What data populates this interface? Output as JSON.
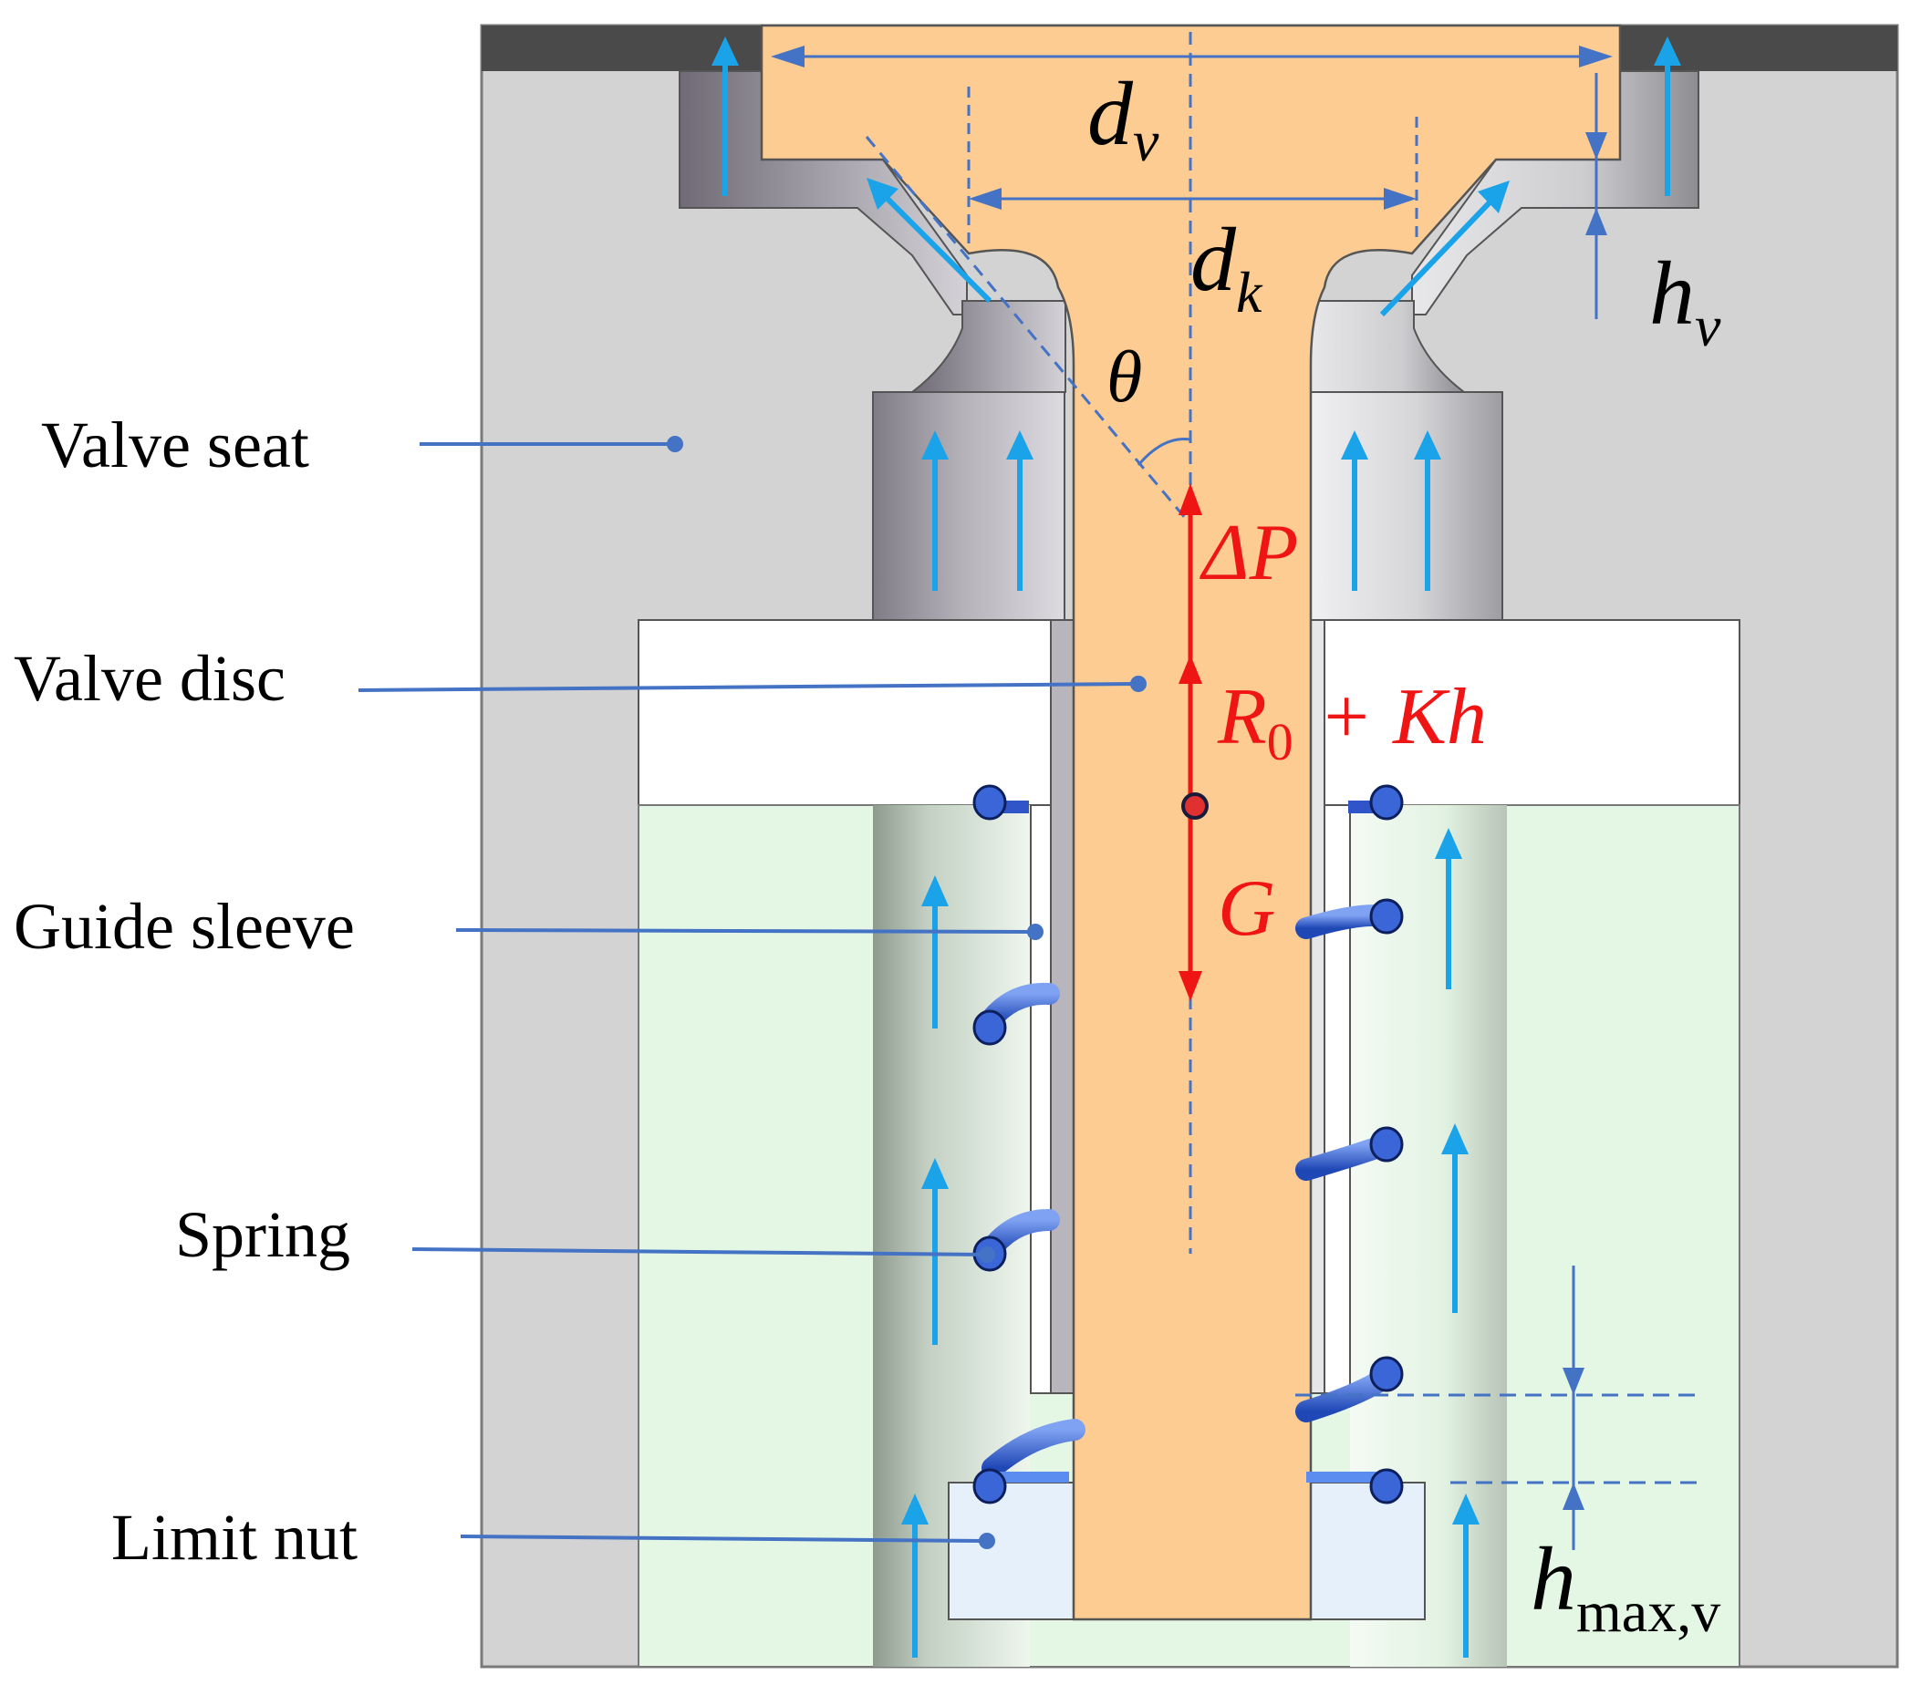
{
  "labels": {
    "valve_seat": "Valve seat",
    "valve_disc": "Valve disc",
    "guide_sleeve": "Guide sleeve",
    "spring": "Spring",
    "limit_nut": "Limit nut"
  },
  "symbols": {
    "d_v": {
      "base": "d",
      "sub": "v"
    },
    "d_k": {
      "base": "d",
      "sub": "k"
    },
    "h_v": {
      "base": "h",
      "sub": "v"
    },
    "theta": "θ",
    "h_max_v": {
      "base": "h",
      "sub": "max,v"
    }
  },
  "forces": {
    "delta_p": "ΔP",
    "r0_kh": {
      "base": "R",
      "sub": "0",
      "rest": "+ Kh"
    },
    "gravity": "G"
  },
  "colors": {
    "seat_gray": "#d3d3d3",
    "top_strip": "#4a4a4a",
    "disc_orange": "#fccc92",
    "guide_green": "#e4f7e4",
    "flow_arrow": "#1aa3e8",
    "leader_line": "#4472c4",
    "dimension_line": "#4472c4",
    "force_red": "#f01515",
    "spring_blue": "#3a66d8"
  }
}
